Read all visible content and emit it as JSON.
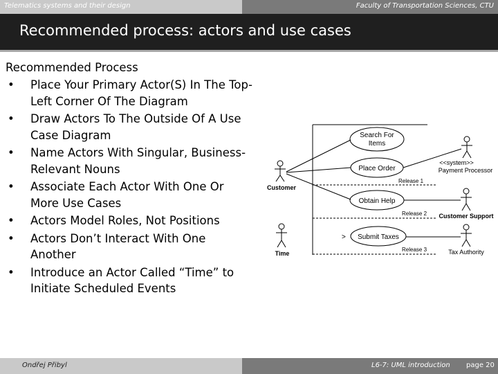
{
  "header": {
    "left_text": "Telematics systems and their design",
    "right_text": "Faculty of Transportation Sciences, CTU"
  },
  "slide": {
    "title": "Recommended process: actors and use cases",
    "heading": "Recommended Process",
    "bullets": [
      "Place Your Primary Actor(S) In The Top-Left Corner Of The Diagram",
      "Draw Actors To The Outside Of A Use Case Diagram",
      "Name Actors With Singular, Business-Relevant Nouns",
      "Associate Each Actor With One Or More Use Cases",
      "Actors Model Roles, Not Positions",
      "Actors Don’t Interact With One Another",
      "Introduce an Actor Called “Time” to Initiate Scheduled Events"
    ],
    "bullet_glyph": "•"
  },
  "diagram": {
    "actors": {
      "customer": "Customer",
      "time": "Time",
      "payment_stereotype": "<<system>>",
      "payment": "Payment Processor",
      "support": "Customer Support",
      "tax": "Tax Authority"
    },
    "use_cases": {
      "search": [
        "Search For",
        "Items"
      ],
      "place_order": "Place Order",
      "obtain_help": "Obtain Help",
      "submit_taxes": "Submit Taxes"
    },
    "releases": [
      "Release 1",
      "Release 2",
      "Release 3"
    ],
    "arrow_mark": ">"
  },
  "footer": {
    "author": "Ondřej Přibyl",
    "course": "L6-7: UML introduction",
    "page": "page 20"
  }
}
